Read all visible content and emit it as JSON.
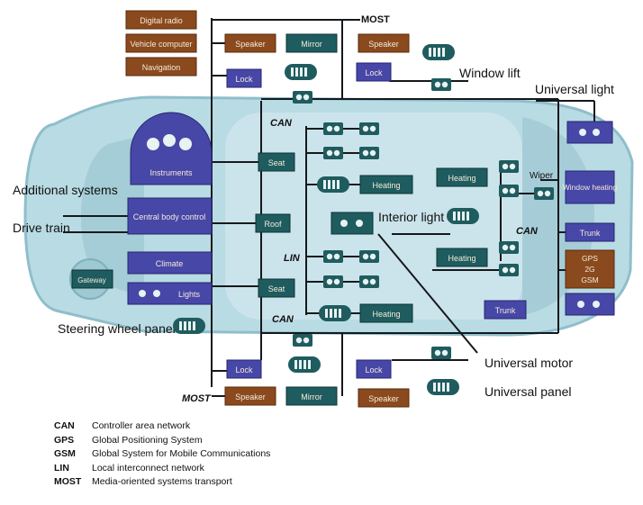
{
  "colors": {
    "car_body": "#b9dbe3",
    "car_shadow": "#8fbecb",
    "car_window": "#d8ecf1",
    "network_line": "#15191c",
    "purple_box": "#4747a8",
    "teal_box": "#1f5c5f",
    "brown_box": "#8a4a1e",
    "legend_text": "#111111"
  },
  "diagram": {
    "top_left_brown": [
      "Digital radio",
      "Vehicle computer",
      "Navigation"
    ],
    "top_brown_speaker": "Speaker",
    "top_mirror": "Mirror",
    "most_top": "MOST",
    "right_speaker_top": "Speaker",
    "lock_top_left": "Lock",
    "lock_top_right": "Lock",
    "window_lift": "Window lift",
    "universal_light": "Universal light",
    "can_top": "CAN",
    "instruments": "Instruments",
    "seat_top": "Seat",
    "heating_center": "Heating",
    "heating_right_top": "Heating",
    "heating_right_bottom": "Heating",
    "additional_systems": "Additional systems",
    "drive_train": "Drive train",
    "central_body_control": "Central body control",
    "roof": "Roof",
    "interior_light": "Interior light",
    "wiper": "Wiper",
    "window_heating": "Window heating",
    "can_right": "CAN",
    "trunk": "Trunk",
    "gps_stack": [
      "GPS",
      "2G",
      "GSM"
    ],
    "climate": "Climate",
    "lin_label": "LIN",
    "lights": "Lights",
    "seat_bottom": "Seat",
    "can_bottom": "CAN",
    "heating_bottom": "Heating",
    "trunk_bottom": "Trunk",
    "steering_wheel_panel": "Steering wheel panel",
    "universal_motor": "Universal motor",
    "universal_panel": "Universal panel",
    "lock_bottom_left": "Lock",
    "lock_bottom_right": "Lock",
    "most_bottom": "MOST",
    "speaker_bottom_left": "Speaker",
    "mirror_bottom": "Mirror",
    "speaker_bottom_right": "Speaker",
    "gateway": "Gateway"
  },
  "legend": [
    {
      "abbr": "CAN",
      "def": "Controller area network"
    },
    {
      "abbr": "GPS",
      "def": "Global Positioning System"
    },
    {
      "abbr": "GSM",
      "def": "Global System for Mobile Communications"
    },
    {
      "abbr": "LIN",
      "def": "Local interconnect network"
    },
    {
      "abbr": "MOST",
      "def": "Media-oriented systems transport"
    }
  ]
}
